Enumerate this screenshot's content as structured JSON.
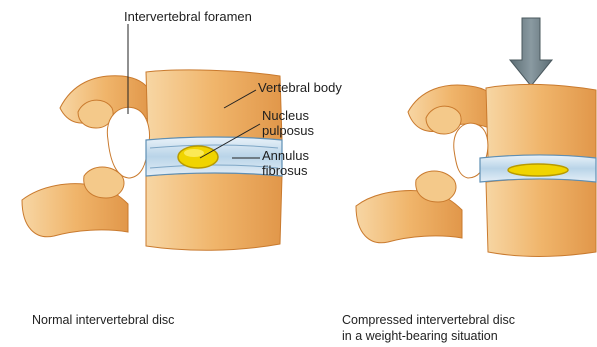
{
  "labels": {
    "intervertebral_foramen": "Intervertebral foramen",
    "vertebral_body": "Vertebral body",
    "nucleus_pulposus_line1": "Nucleus",
    "nucleus_pulposus_line2": "pulposus",
    "annulus_fibrosus_line1": "Annulus",
    "annulus_fibrosus_line2": "fibrosus"
  },
  "captions": {
    "normal": "Normal intervertebral disc",
    "compressed_line1": "Compressed intervertebral disc",
    "compressed_line2": "in a weight-bearing situation"
  },
  "colors": {
    "bone": "#f0b56b",
    "bone_dark": "#c97a2e",
    "bone_light": "#f9dcae",
    "disc_blue": "#bcd7ea",
    "disc_edge": "#5f8fb3",
    "nucleus": "#f0d400",
    "arrow": "#6f7f86"
  },
  "icons": {
    "load_arrow": "down-arrow-icon"
  }
}
